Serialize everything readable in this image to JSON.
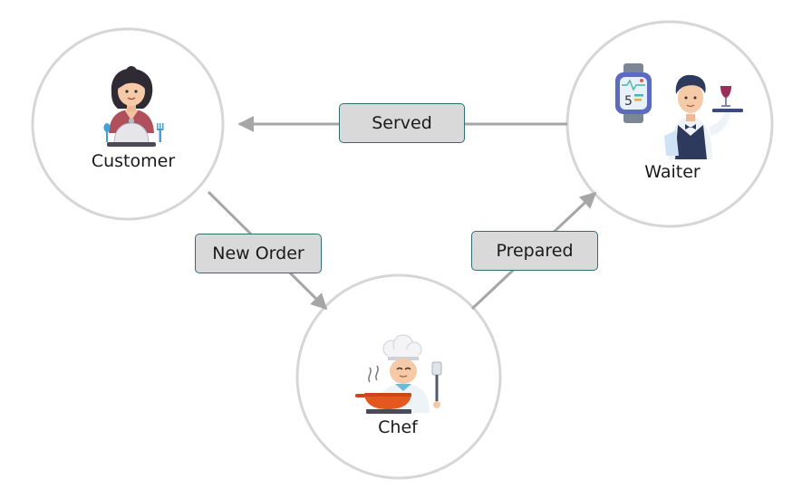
{
  "colors": {
    "circle_stroke": "#d6d6d6",
    "arrow": "#a6a6a6",
    "label_fill": "#d9d9d9",
    "label_border": "#2f6f73"
  },
  "nodes": {
    "customer": {
      "label": "Customer",
      "icon": "customer-icon"
    },
    "waiter": {
      "label": "Waiter",
      "icon": "waiter-icon",
      "watch_digit": "5"
    },
    "chef": {
      "label": "Chef",
      "icon": "chef-icon"
    }
  },
  "edges": {
    "served": {
      "label": "Served",
      "from": "waiter",
      "to": "customer"
    },
    "new_order": {
      "label": "New Order",
      "from": "customer",
      "to": "chef"
    },
    "prepared": {
      "label": "Prepared",
      "from": "chef",
      "to": "waiter"
    }
  }
}
